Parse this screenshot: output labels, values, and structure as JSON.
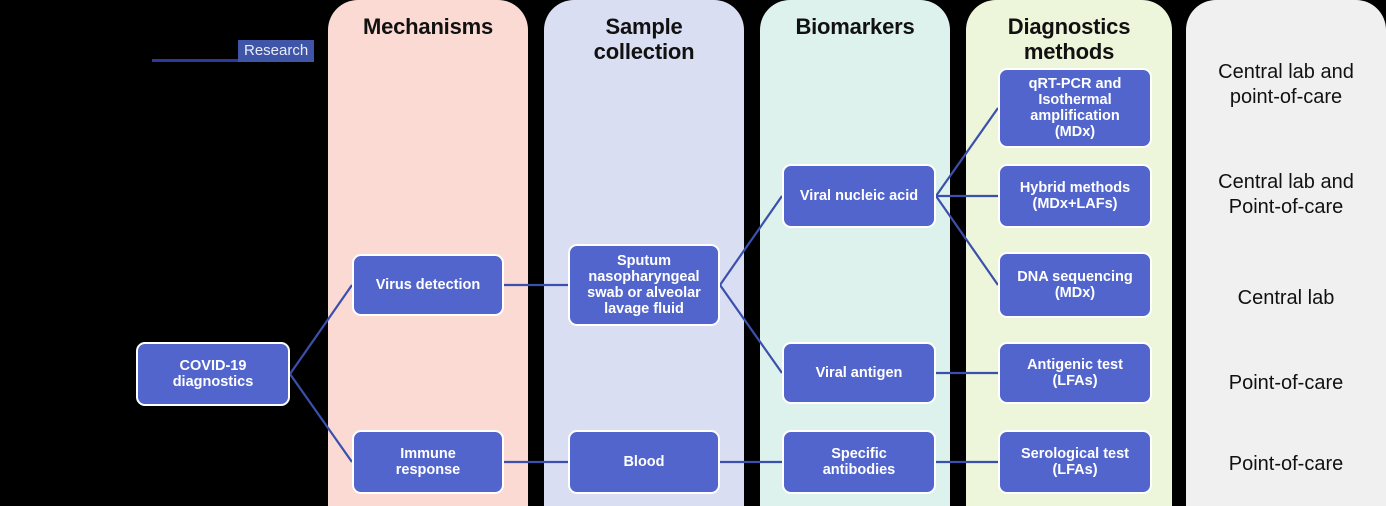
{
  "legend": {
    "label": "Research",
    "line_color": "#2c3a9e",
    "chip_bg": "#3e55a8"
  },
  "colors": {
    "node_fill": "#5265cd",
    "node_border": "#ffffff",
    "link": "#3b50ad",
    "panel_mechanisms": "#fbdad3",
    "panel_sample": "#dadef3",
    "panel_biomarkers": "#ddf2ec",
    "panel_diagnostics": "#edf5da",
    "panel_setting": "#f0f0f0"
  },
  "panels": [
    {
      "id": "mechanisms",
      "title": "Mechanisms"
    },
    {
      "id": "sample",
      "title": "Sample\ncollection"
    },
    {
      "id": "biomarkers",
      "title": "Biomarkers"
    },
    {
      "id": "diagnostics",
      "title": "Diagnostics\nmethods"
    },
    {
      "id": "setting",
      "title": ""
    }
  ],
  "root": {
    "label": "COVID-19\ndiagnostics"
  },
  "mechanisms": [
    {
      "label": "Virus detection"
    },
    {
      "label": "Immune\nresponse"
    }
  ],
  "sample_collection": [
    {
      "label": "Sputum\nnasopharyngeal\nswab or alveolar\nlavage fluid"
    },
    {
      "label": "Blood"
    }
  ],
  "biomarkers": [
    {
      "label": "Viral nucleic acid"
    },
    {
      "label": "Viral antigen"
    },
    {
      "label": "Specific\nantibodies"
    }
  ],
  "diagnostics_methods": [
    {
      "label": "qRT-PCR and\nIsothermal\namplification\n(MDx)"
    },
    {
      "label": "Hybrid methods\n(MDx+LAFs)"
    },
    {
      "label": "DNA sequencing\n(MDx)"
    },
    {
      "label": "Antigenic test\n(LFAs)"
    },
    {
      "label": "Serological test\n(LFAs)"
    }
  ],
  "settings": [
    {
      "label": "Central lab and\npoint-of-care"
    },
    {
      "label": "Central lab and\nPoint-of-care"
    },
    {
      "label": "Central lab"
    },
    {
      "label": "Point-of-care"
    },
    {
      "label": "Point-of-care"
    }
  ]
}
